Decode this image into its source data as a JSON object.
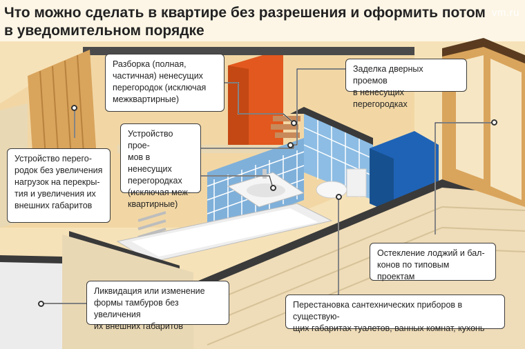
{
  "header": {
    "title": "Что можно сделать в квартире без разрешения и оформить потом в уведомительном порядке",
    "source": "vm.ru"
  },
  "colors": {
    "floor": "#f2d7a5",
    "wall_top": "#444444",
    "wall_face": "#e9d8b4",
    "tile": "#7fb0da",
    "accent_orange": "#e2581e",
    "cabinet_blue": "#1f63b6",
    "wood": "#d9a45c"
  },
  "callouts": [
    {
      "id": "non-load-bearing-walls",
      "text": "Разборка (полная,\nчастичная) ненесущих\nперегородок (исключая\nмежквартирные)"
    },
    {
      "id": "door-openings",
      "text": "Заделка дверных проемов\nв ненесущих перегородках"
    },
    {
      "id": "openings-in-walls",
      "text": "Устройство прое-\nмов в ненесущих\nперегородках\n(исключая меж-\nквартирные)"
    },
    {
      "id": "new-partitions",
      "text": "Устройство перего-\nродок без увеличения\nнагрузок на перекры-\nтия и увеличения их\nвнешних габаритов"
    },
    {
      "id": "balcony-glazing",
      "text": "Остекление лоджий и бал-\nконов по типовым проектам"
    },
    {
      "id": "vestibules",
      "text": "Ликвидация или изменение\nформы тамбуров без увеличения\nих внешних габаритов"
    },
    {
      "id": "plumbing",
      "text": "Перестановка сантехнических приборов в существую-\nщих габаритах туалетов, ванных комнат, кухонь"
    }
  ]
}
